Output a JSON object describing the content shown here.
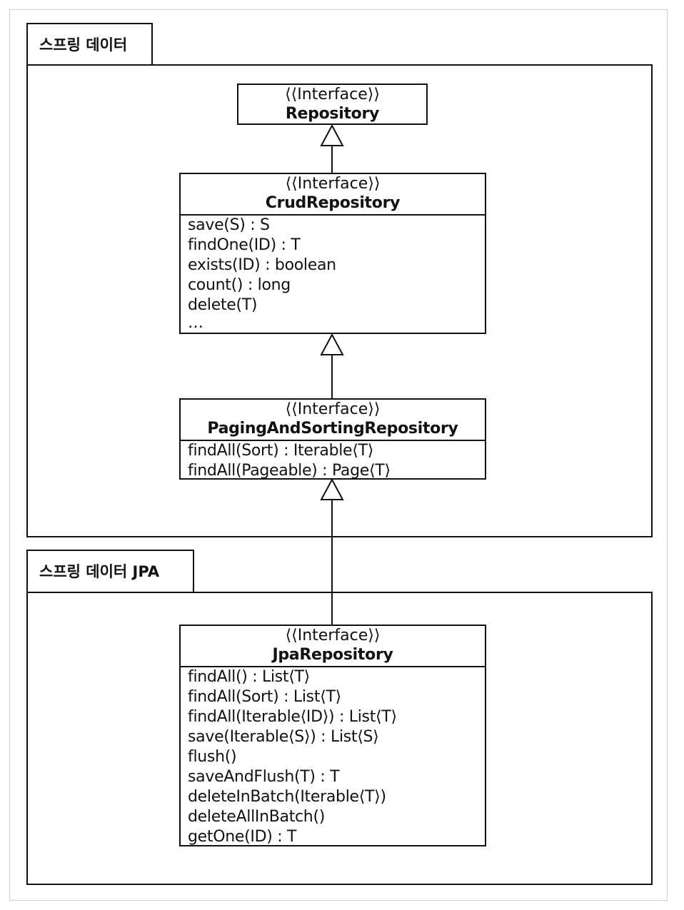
{
  "packages": {
    "spring_data": {
      "label": "스프링 데이터"
    },
    "spring_data_jpa": {
      "label": "스프링 데이터 JPA"
    }
  },
  "classes": {
    "repository": {
      "stereotype": "⟨⟨Interface⟩⟩",
      "name": "Repository",
      "methods": []
    },
    "crud_repository": {
      "stereotype": "⟨⟨Interface⟩⟩",
      "name": "CrudRepository",
      "methods": [
        "save(S) : S",
        "findOne(ID) : T",
        "exists(ID) : boolean",
        "count() : long",
        "delete(T)",
        "…"
      ]
    },
    "paging_sorting_repository": {
      "stereotype": "⟨⟨Interface⟩⟩",
      "name": "PagingAndSortingRepository",
      "methods": [
        "findAll(Sort) : Iterable⟨T⟩",
        "findAll(Pageable) : Page⟨T⟩"
      ]
    },
    "jpa_repository": {
      "stereotype": "⟨⟨Interface⟩⟩",
      "name": "JpaRepository",
      "methods": [
        "findAll() : List⟨T⟩",
        "findAll(Sort) : List⟨T⟩",
        "findAll(Iterable⟨ID⟩) : List⟨T⟩",
        "save(Iterable⟨S⟩) : List⟨S⟩",
        "flush()",
        "saveAndFlush(T) : T",
        "deleteInBatch(Iterable⟨T⟩)",
        "deleteAllInBatch()",
        "getOne(ID) : T"
      ]
    }
  },
  "relations": [
    {
      "from": "crud_repository",
      "to": "repository",
      "kind": "generalization"
    },
    {
      "from": "paging_sorting_repository",
      "to": "crud_repository",
      "kind": "generalization"
    },
    {
      "from": "jpa_repository",
      "to": "paging_sorting_repository",
      "kind": "generalization"
    }
  ]
}
